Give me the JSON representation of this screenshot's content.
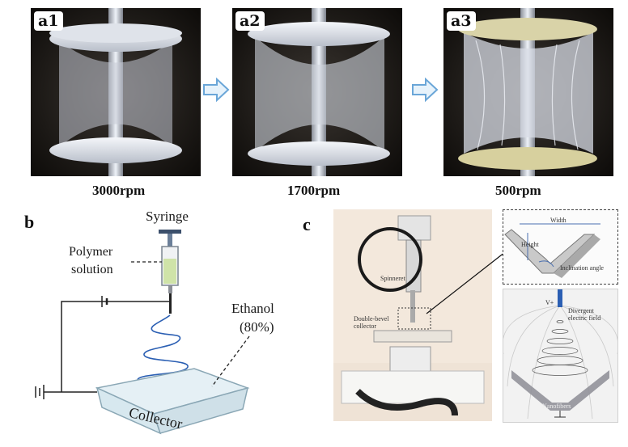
{
  "panel_a": {
    "frames": [
      {
        "tag": "a1",
        "caption": "3000rpm"
      },
      {
        "tag": "a2",
        "caption": "1700rpm"
      },
      {
        "tag": "a3",
        "caption": "500rpm"
      }
    ]
  },
  "panel_b": {
    "letter": "b",
    "syringe_label": "Syringe",
    "polymer_label_line1": "Polymer",
    "polymer_label_line2": "solution",
    "ethanol_label_line1": "Ethanol",
    "ethanol_label_line2": "(80%)",
    "collector_label": "Collector",
    "spiral_color": "#2b5fb3"
  },
  "panel_c": {
    "letter": "c",
    "spinneret_label": "Spinneret",
    "collector_label_line1": "Double-bevel",
    "collector_label_line2": "collector",
    "inset_top": {
      "width_label": "Width",
      "height_label": "Height",
      "angle_label": "Inclination angle"
    },
    "inset_bottom": {
      "voltage_label": "V+",
      "field_label_line1": "Divergent",
      "field_label_line2": "electric field",
      "fiber_label": "Nanofibers"
    }
  }
}
